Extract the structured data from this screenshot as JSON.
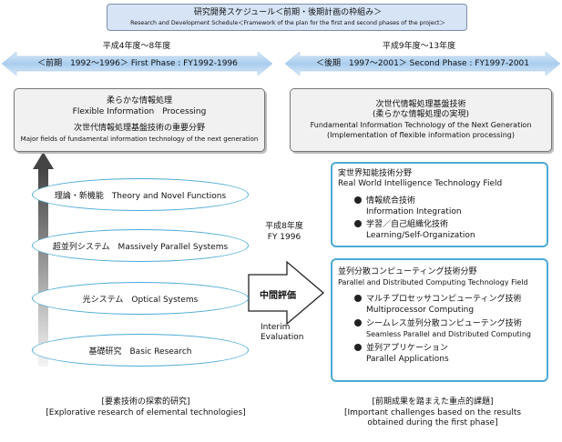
{
  "header": {
    "title_jp": "研究開発スケジュール＜前期・後期計画の枠組み＞",
    "title_en": "Research and Development Schedule＜Framework of the plan for the first and second phases of the project＞"
  },
  "first_phase": {
    "era": "平成4年度〜8年度",
    "label": "＜前期　1992〜1996＞ First Phase : FY1992-1996",
    "box_line1_jp": "柔らかな情報処理",
    "box_line1_en": "Flexible Information　Processing",
    "box_line2_jp": "次世代情報処理基盤技術の重要分野",
    "box_line2_en": "Major fields of fundamental information technology of the next generation",
    "ovals": [
      "理論・新機能　Theory and Novel Functions",
      "超並列システム　Massively Parallel Systems",
      "光システム　Optical Systems",
      "基礎研究　Basic Research"
    ],
    "footer_jp": "[要素技術の探索的研究]",
    "footer_en": "[Explorative research of elemental technologies]"
  },
  "second_phase": {
    "era": "平成9年度〜13年度",
    "label": "＜後期　1997〜2001＞ Second Phase : FY1997-2001",
    "box_line1_jp": "次世代情報処理基盤技術",
    "box_line2_jp": "(柔らかな情報処理の実現)",
    "box_line3_en": "Fundamental Information Technology of the Next Generation",
    "box_line4_en": "(Implementation of flexible information processing)",
    "rwi": {
      "title_jp": "実世界知能技術分野",
      "title_en": "Real World Intelligence Technology Field",
      "items": [
        {
          "jp": "情報統合技術",
          "en": "Information Integration"
        },
        {
          "jp": "学習／自己組織化技術",
          "en": "Learning/Self-Organization"
        }
      ]
    },
    "pdc": {
      "title_jp": "並列分散コンピューティング技術分野",
      "title_en": "Parallel and Distributed Computing Technology Field",
      "items": [
        {
          "jp": "マルチプロセッサコンピューティング技術",
          "en": "Multiprocessor Computing"
        },
        {
          "jp": "シームレス並列分散コンピューテング技術",
          "en": "Seamless Parallel and Distributed Computing"
        },
        {
          "jp": "並列アプリケーション",
          "en": "Parallel Applications"
        }
      ]
    },
    "footer_jp": "[前期成果を踏まえた重点的課題]",
    "footer_en1": "[Important challenges based on the results",
    "footer_en2": "obtained during the first phase]"
  },
  "evaluation": {
    "year_jp": "平成8年度",
    "year_en": "FY 1996",
    "arrow_label": "中間評価",
    "en_line1": "Interim",
    "en_line2": "Evaluation"
  }
}
